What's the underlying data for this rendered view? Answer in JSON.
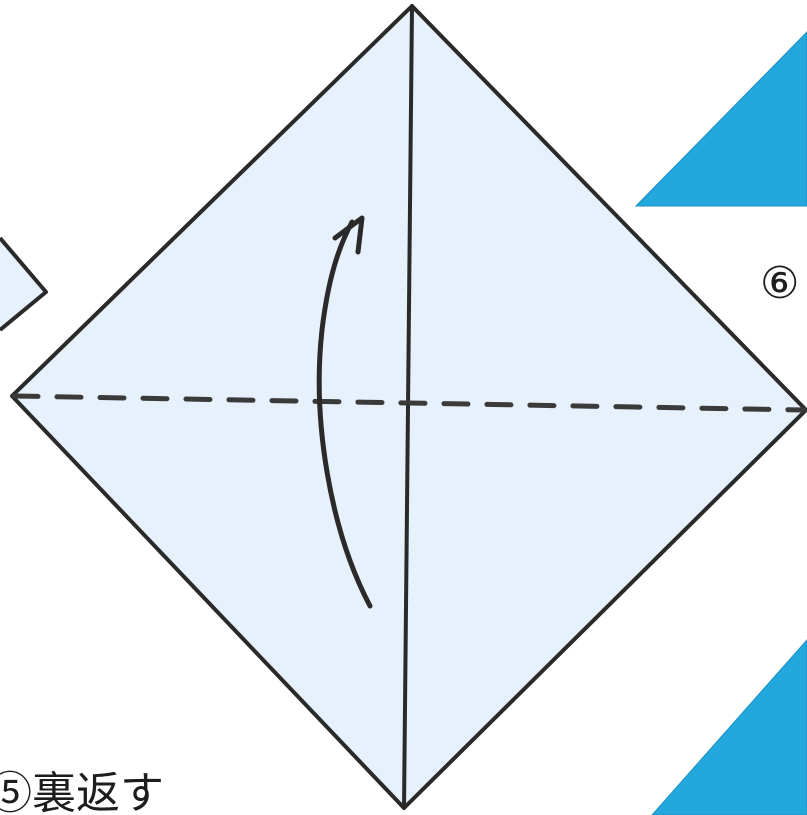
{
  "steps": {
    "step5": {
      "number": "⑤",
      "instruction": "裏返す"
    },
    "step6": {
      "number": "⑥"
    }
  },
  "colors": {
    "paper_light": "#e6f1fb",
    "paper_blue": "#22a8dc",
    "stroke": "#2a2a2a"
  },
  "icons": {
    "fold_arrow": "curved-up-arrow-icon",
    "fold_line": "dashed-fold-line"
  }
}
